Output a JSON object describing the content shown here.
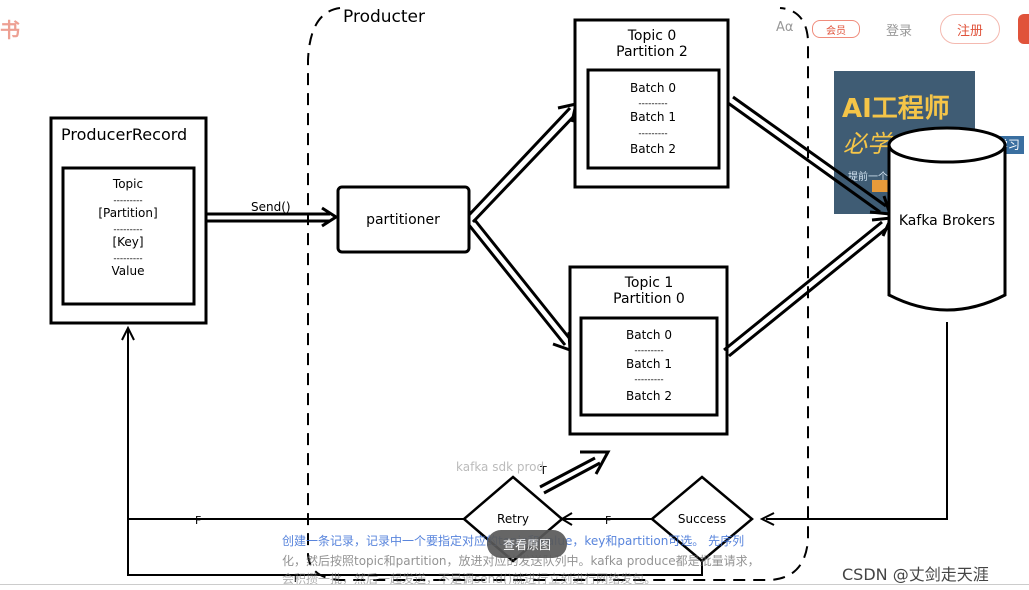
{
  "header": {
    "logo_fragment": "书",
    "aa_label": "Aα",
    "vip_label": "会员",
    "login_label": "登录",
    "register_label": "注册"
  },
  "ad": {
    "title": "AI工程师",
    "subtitle": "人工智能 深度学习",
    "tag": "必学",
    "footnote": "提前一个月"
  },
  "diagram": {
    "producer_group_label": "Producter",
    "producer_record": {
      "title": "ProducerRecord",
      "fields": [
        "Topic",
        "[Partition]",
        "[Key]",
        "Value"
      ],
      "separator": "---------"
    },
    "send_label": "Send()",
    "partitioner_label": "partitioner",
    "topic0": {
      "title": "Topic 0",
      "partition": "Partition 2",
      "batches": [
        "Batch 0",
        "Batch 1",
        "Batch 2"
      ]
    },
    "topic1": {
      "title": "Topic 1",
      "partition": "Partition 0",
      "batches": [
        "Batch 0",
        "Batch 1",
        "Batch 2"
      ]
    },
    "brokers_label": "Kafka Brokers",
    "retry_label": "Retry",
    "success_label": "Success",
    "edge_t": "T",
    "edge_f": "F"
  },
  "caption": "kafka sdk prod",
  "overlay": {
    "line1": "创建一条记录，记录中一个要指定对应的topic和value，key和partition可选。 先序列",
    "line2": "化，然后按照topic和partition，放进对应的发送队列中。kafka produce都是批量请求，",
    "line3": "会积攒一批，然后一起发送，不是调send()就进行立刻进行网络发包。",
    "view_button": "查看原图"
  },
  "watermark": "CSDN @丈剑走天涯"
}
